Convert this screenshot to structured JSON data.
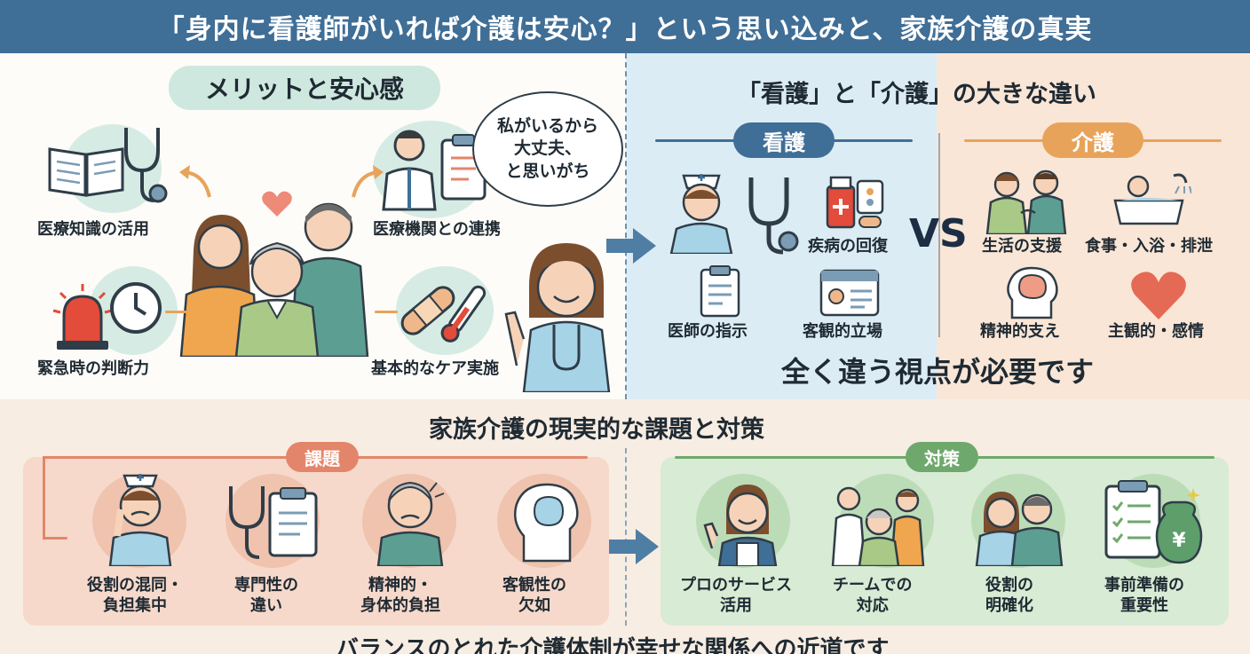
{
  "header": {
    "title": "「身内に看護師がいれば介護は安心？」という思い込みと、家族介護の真実"
  },
  "merit": {
    "title": "メリットと安心感",
    "items": [
      "医療知識の活用",
      "医療機関との連携",
      "緊急時の判断力",
      "基本的なケア実施"
    ],
    "speech": "私がいるから\n大丈夫、\nと思いがち"
  },
  "difference": {
    "title": "「看護」と「介護」の大きな違い",
    "nursing": {
      "label": "看護",
      "items": [
        "疾病の回復",
        "医師の指示",
        "客観的立場"
      ]
    },
    "care": {
      "label": "介護",
      "items": [
        "生活の支援",
        "食事・入浴・排泄",
        "精神的支え",
        "主観的・感情"
      ]
    },
    "vs": "VS",
    "note": "全く違う視点が必要です"
  },
  "bottom": {
    "title": "家族介護の現実的な課題と対策",
    "issues": {
      "label": "課題",
      "items": [
        "役割の混同・\n負担集中",
        "専門性の\n違い",
        "精神的・\n身体的負担",
        "客観性の\n欠如"
      ]
    },
    "measures": {
      "label": "対策",
      "items": [
        "プロのサービス\n活用",
        "チームでの\n対応",
        "役割の\n明確化",
        "事前準備の\n重要性"
      ]
    }
  },
  "footer": {
    "text": "バランスのとれた介護体制が幸せな関係への近道です"
  },
  "colors": {
    "header": "#3f6e96",
    "nursing": "#3f6e96",
    "care": "#e8a35a",
    "issues": "#e3856a",
    "measures": "#6ea86c"
  }
}
